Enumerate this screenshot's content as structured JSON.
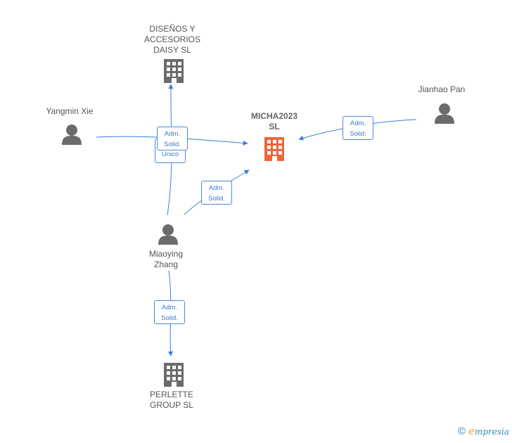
{
  "colors": {
    "edge": "#3a7fd5",
    "company": "#6b6b6b",
    "company_highlight": "#f0653a",
    "person": "#6b6b6b"
  },
  "nodes": {
    "disenos": {
      "lines": [
        "DISEÑOS Y",
        "ACCESORIOS",
        "DAISY  SL"
      ],
      "icon": "building-icon"
    },
    "micha": {
      "lines": [
        "MICHA2023",
        "SL"
      ],
      "icon": "building-icon"
    },
    "perlette": {
      "lines": [
        "PERLETTE",
        "GROUP  SL"
      ],
      "icon": "building-icon"
    },
    "yangmin": {
      "lines": [
        "Yangmin Xie"
      ],
      "icon": "person-icon"
    },
    "jianhao": {
      "lines": [
        "Jianhao Pan"
      ],
      "icon": "person-icon"
    },
    "miaoying": {
      "lines": [
        "Miaoying",
        "Zhang"
      ],
      "icon": "person-icon"
    }
  },
  "edges": {
    "yangmin_micha": [
      "Adm.",
      "Solid."
    ],
    "yangmin_disenos": [
      "Unico"
    ],
    "jianhao_micha": [
      "Adm.",
      "Solid."
    ],
    "miaoying_micha": [
      "Adm.",
      "Solid."
    ],
    "miaoying_perlette": [
      "Adm.",
      "Solid."
    ]
  },
  "watermark": {
    "copyright": "©",
    "brand_initial": "e",
    "brand_rest": "mpresia"
  }
}
